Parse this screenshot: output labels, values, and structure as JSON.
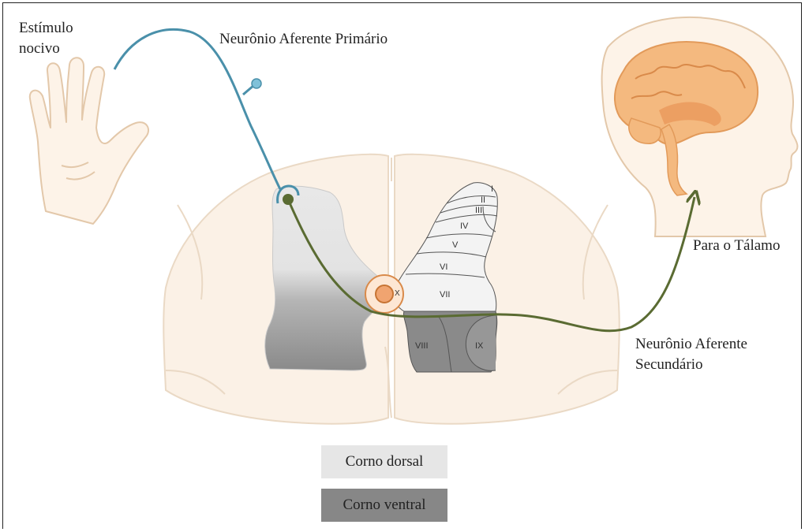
{
  "labels": {
    "stimulus_line1": "Estímulo",
    "stimulus_line2": "nocivo",
    "primary_neuron": "Neurônio Aferente Primário",
    "to_thalamus": "Para o Tálamo",
    "secondary_line1": "Neurônio Aferente",
    "secondary_line2": "Secundário"
  },
  "laminae": [
    "I",
    "II",
    "III",
    "IV",
    "V",
    "VI",
    "VII",
    "VIII",
    "IX",
    "X"
  ],
  "legend": [
    {
      "label": "Corno dorsal",
      "color": "#e6e6e6"
    },
    {
      "label": "Corno ventral",
      "color": "#878787"
    }
  ],
  "colors": {
    "primary_neuron": "#4a90aa",
    "secondary_neuron": "#5a6b32",
    "white_matter": "#fbf1e6",
    "brain": "#f4b97f",
    "central_canal": "#f0a470"
  },
  "icons": [
    "hand-icon",
    "head-brain-icon",
    "spinal-cord-icon"
  ]
}
